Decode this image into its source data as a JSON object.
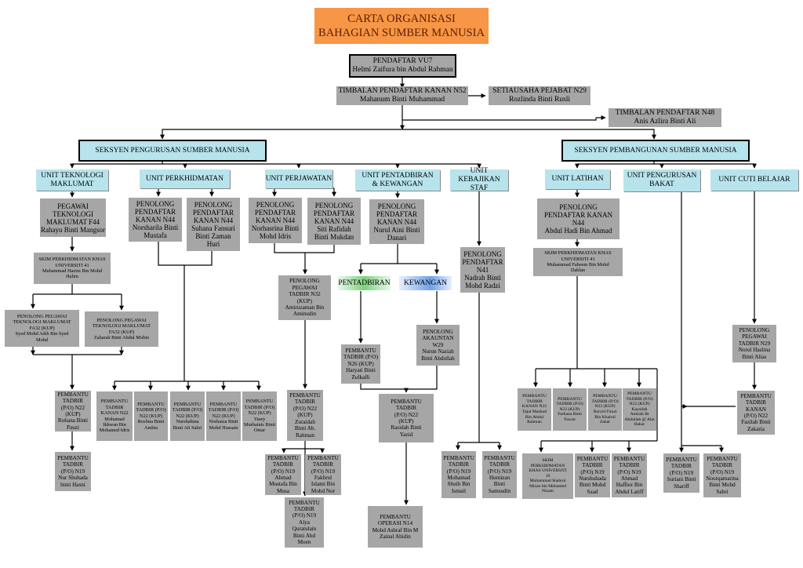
{
  "title": {
    "line1": "CARTA ORGANISASI",
    "line2": "BAHAGIAN SUMBER MANUSIA"
  },
  "top": {
    "pendaftar": {
      "role": "PENDAFTAR VU7",
      "name": "Helmi Zaifura bin Abdul Rahman"
    },
    "timbalan_kanan": {
      "role": "TIMBALAN PENDAFTAR KANAN N52",
      "name": "Mahanum Binti Muhammad"
    },
    "setiausaha": {
      "role": "SETIAUSAHA PEJABAT N29",
      "name": "Rozlinda Binti Rusli"
    },
    "timbalan": {
      "role": "TIMBALAN PENDAFTAR N48",
      "name": "Anis Azlira Binti Ali"
    }
  },
  "sections": {
    "pengurusan": "SEKSYEN PENGURUSAN SUMBER MANUSIA",
    "pembangunan": "SEKSYEN PEMBANGUNAN SUMBER MANUSIA"
  },
  "units": {
    "ti": {
      "l1": "UNIT TEKNOLOGI",
      "l2": "MAKLUMAT"
    },
    "perkhidmatan": "UNIT PERKHIDMATAN",
    "perjawatan": "UNIT PERJAWATAN",
    "pentadbiran": {
      "l1": "UNIT PENTADBIRAN",
      "l2": "& KEWANGAN"
    },
    "kebajikan": {
      "l1": "UNIT KEBAJIKAN",
      "l2": "STAF"
    },
    "latihan": "UNIT LATIHAN",
    "bakat": {
      "l1": "UNIT PENGURUSAN",
      "l2": "BAKAT"
    },
    "cuti": "UNIT CUTI BELAJAR"
  },
  "subunits": {
    "pentadbiran": "PENTADBIRAN",
    "kewangan": "KEWANGAN"
  },
  "ti": {
    "ptm": {
      "l1": "PEGAWAI",
      "l2": "TEKNOLOGI",
      "l3": "MAKLUMAT F44",
      "name": "Rahayu Binti Mangsor"
    },
    "skim": {
      "l1": "SKIM PERKHIDMATAN KHAS",
      "l2": "UNIVERSITI 41",
      "n1": "Muhammad Hazim Bin Mohd",
      "n2": "Halim"
    },
    "ppt1": {
      "l1": "PENOLONG PEGAWAI",
      "l2": "TEKNOLOGI MAKLUMAT",
      "l3": "FA32 (KUP)",
      "n1": "Syed Mohd Adib Bin Syed",
      "n2": "Mohd"
    },
    "ppt2": {
      "l1": "PENOLONG PEGAWAI",
      "l2": "TEKNOLOGI MAKLUMAT",
      "l3": "FA32 (KUP)",
      "n1": "Zaharah Binti Abdul Mobin"
    },
    "pt22": {
      "l1": "PEMBANTU",
      "l2": "TADBIR",
      "l3": "(P/O) N22",
      "l4": "(KUP)",
      "n1": "Rohana Binti",
      "n2": "Pauzi"
    },
    "pt19": {
      "l1": "PEMBANTU",
      "l2": "TADBIR",
      "l3": "(P/O) N19",
      "n1": "Nur Shuhada",
      "n2": "binti Hasni"
    }
  },
  "perkhidmatan": {
    "pp1": {
      "l1": "PENOLONG",
      "l2": "PENDAFTAR",
      "l3": "KANAN N44",
      "n1": "Norsharila Binti",
      "n2": "Mustafa"
    },
    "pp2": {
      "l1": "PENOLONG",
      "l2": "PENDAFTAR",
      "l3": "KANAN N44",
      "n1": "Suhana Fansuri",
      "n2": "Binti Zaman",
      "n3": "Huri"
    },
    "a1": {
      "l1": "PEMBANTU",
      "l2": "TADBIR",
      "l3": "KANAN N22",
      "n1": "Mohamad",
      "n2": "Ikhwan Bin",
      "n3": "Mohamed Idris"
    },
    "a2": {
      "l1": "PEMBANTU",
      "l2": "TADBIR (P/O)",
      "l3": "N22 (KUP)",
      "n1": "Roslina Binti",
      "n2": "Ambia"
    },
    "a3": {
      "l1": "PEMBANTU",
      "l2": "TADBIR (P/O)",
      "l3": "N22 (KUP)",
      "n1": "Nurshahina",
      "n2": "Binti Ali Sabri"
    },
    "a4": {
      "l1": "PEMBANTU",
      "l2": "TADBIR (P/O)",
      "l3": "N22 (KUP)",
      "n1": "Norhaiza Binti",
      "n2": "Mohd Hussain"
    },
    "a5": {
      "l1": "PEMBANTU",
      "l2": "TADBIR (P/O)",
      "l3": "N22 (KUP)",
      "n1": "Yusry",
      "n2": "Murhainis Binti",
      "n3": "Omar"
    }
  },
  "perjawatan": {
    "pp1": {
      "l1": "PENOLONG",
      "l2": "PENDAFTAR",
      "l3": "KANAN N44",
      "n1": "Norhasrina Binti",
      "n2": "Mohd Idris"
    },
    "pp2": {
      "l1": "PENOLONG",
      "l2": "PENDAFTAR",
      "l3": "KANAN N44",
      "n1": "Siti Rafidah",
      "n2": "Binti Mukdan"
    },
    "ppt": {
      "l1": "PENOLONG",
      "l2": "PEGAWAI",
      "l3": "TADBIR N32",
      "l4": "(KUP)",
      "n1": "Amiruzaman Bin",
      "n2": "Aminudin"
    },
    "pt22": {
      "l1": "PEMBANTU",
      "l2": "TADBIR",
      "l3": "(P/O) N22",
      "l4": "(KUP)",
      "n1": "Zuraidah",
      "n2": "Binti Ab.",
      "n3": "Rahman"
    },
    "b1": {
      "l1": "PEMBANTU",
      "l2": "TADBIR",
      "l3": "(P/O) N19",
      "n1": "Ahmad",
      "n2": "Mustafa Bin",
      "n3": "Musa"
    },
    "b2": {
      "l1": "PEMBANTU",
      "l2": "TADBIR",
      "l3": "(P/O) N19",
      "n1": "Fakhrul",
      "n2": "Islami Bin",
      "n3": "Mohd Nor"
    },
    "b3": {
      "l1": "PEMBANTU",
      "l2": "TADBIR",
      "l3": "(P/O) N19",
      "n1": "Alya",
      "n2": "Quratulain",
      "n3": "Binti Abd",
      "n4": "Moen"
    }
  },
  "pentadbiran": {
    "pp": {
      "l1": "PENOLONG",
      "l2": "PENDAFTAR",
      "l3": "KANAN N44",
      "n1": "Nurul Aini Binti",
      "n2": "Danari"
    },
    "pt26": {
      "l1": "PEMBANTU",
      "l2": "TADBIR (P/O)",
      "l3": "N26 (KUP)",
      "n1": "Haryati Binti",
      "n2": "Zulkafli"
    },
    "pa": {
      "l1": "PENOLONG",
      "l2": "AKAUNTAN",
      "l3": "W29",
      "n1": "Nurun Naziah",
      "n2": "Binti Abdullah"
    },
    "pt22": {
      "l1": "PEMBANTU",
      "l2": "TADBIR",
      "l3": "(P/O) N22",
      "l4": "(KUP)",
      "n1": "Rasidah Binti",
      "n2": "Yazid"
    },
    "po": {
      "l1": "PEMBANTU",
      "l2": "OPERASI N14",
      "n1": "Mohd Ashraf Bin M",
      "n2": "Zainal Abidin"
    }
  },
  "kebajikan": {
    "pp": {
      "l1": "PENOLONG",
      "l2": "PENDAFTAR",
      "l3": "N41",
      "n1": "Nadrah Binti",
      "n2": "Mohd Radzi"
    },
    "c1": {
      "l1": "PEMBANTU",
      "l2": "TADBIR",
      "l3": "(P/O) N19",
      "n1": "Mohamad",
      "n2": "Shuib Bin",
      "n3": "Ismail"
    },
    "c2": {
      "l1": "PEMBANTU",
      "l2": "TADBIR",
      "l3": "(P/O) N19",
      "n1": "Humizan",
      "n2": "Binti",
      "n3": "Samsudin"
    }
  },
  "latihan": {
    "pp": {
      "l1": "PENOLONG",
      "l2": "PENDAFTAR KANAN",
      "l3": "N44",
      "n1": "Abdul Hadi Bin Ahmad"
    },
    "skim": {
      "l1": "SKIM PERKHIDMATAN KHAS",
      "l2": "UNIVERSITI 41",
      "n1": "Muhammad Faheem Bin Mohd",
      "n2": "Dahlan"
    },
    "d1": {
      "l1": "PEMBANTU",
      "l2": "TADBIR",
      "l3": "KANAN N22",
      "n1": "Tajul Mashud",
      "n2": "Bin Abdul",
      "n3": "Rahman"
    },
    "d2": {
      "l1": "PEMBANTU",
      "l2": "TADBIR (P/O)",
      "l3": "N22 (KUP)",
      "n1": "Farhana Binti",
      "n2": "Fawze"
    },
    "d3": {
      "l1": "PEMBANTU",
      "l2": "TADBIR (P/O)",
      "l3": "N22 (KUP)",
      "n1": "Norzid Firuzi",
      "n2": "Bin Khairul",
      "n3": "Zahar"
    },
    "d4": {
      "l1": "PEMBANTU",
      "l2": "TADBIR (P/O)",
      "l3": "N22 (KUP)",
      "n1": "Kaysilah",
      "n2": "Amirah Bt",
      "n3": "Abdullah @ Abu",
      "n4": "Bakar"
    },
    "e1": {
      "l1": "SKIM",
      "l2": "PERKHIDMATAN",
      "l3": "KHAS UNIVERSITI",
      "l4": "19",
      "n1": "Muhammad Shahrul",
      "n2": "Mizan bin Mohamed",
      "n3": "Nizam"
    },
    "e2": {
      "l1": "PEMBANTU",
      "l2": "TADBIR",
      "l3": "(P/O) N19",
      "n1": "Nurshuhada",
      "n2": "Binti Mohd",
      "n3": "Saad"
    },
    "e3": {
      "l1": "PEMBANTU",
      "l2": "TADBIR",
      "l3": "(P/O) N19",
      "n1": "Ahmad",
      "n2": "Haffiez Bin",
      "n3": "Abdul Latiff"
    }
  },
  "bakat": {
    "f1": {
      "l1": "PEMBANTU",
      "l2": "TADBIR",
      "l3": "(P/O) N19",
      "n1": "Suriani Binti",
      "n2": "Shariff"
    },
    "f2": {
      "l1": "PEMBANTU",
      "l2": "TADBIR",
      "l3": "(P/O) N19",
      "n1": "Noorqamarina",
      "n2": "Binti Mohd",
      "n3": "Sabri"
    }
  },
  "cuti": {
    "ppt": {
      "l1": "PENOLONG",
      "l2": "PEGAWAI",
      "l3": "TADBIR N29",
      "n1": "Norul Haslina",
      "n2": "Binti Alias"
    },
    "pt": {
      "l1": "PEMBANTU",
      "l2": "TADBIR",
      "l3": "KANAN",
      "l4": "(P/O) N22",
      "n1": "Fazilah Binti",
      "n2": "Zakaria"
    }
  }
}
